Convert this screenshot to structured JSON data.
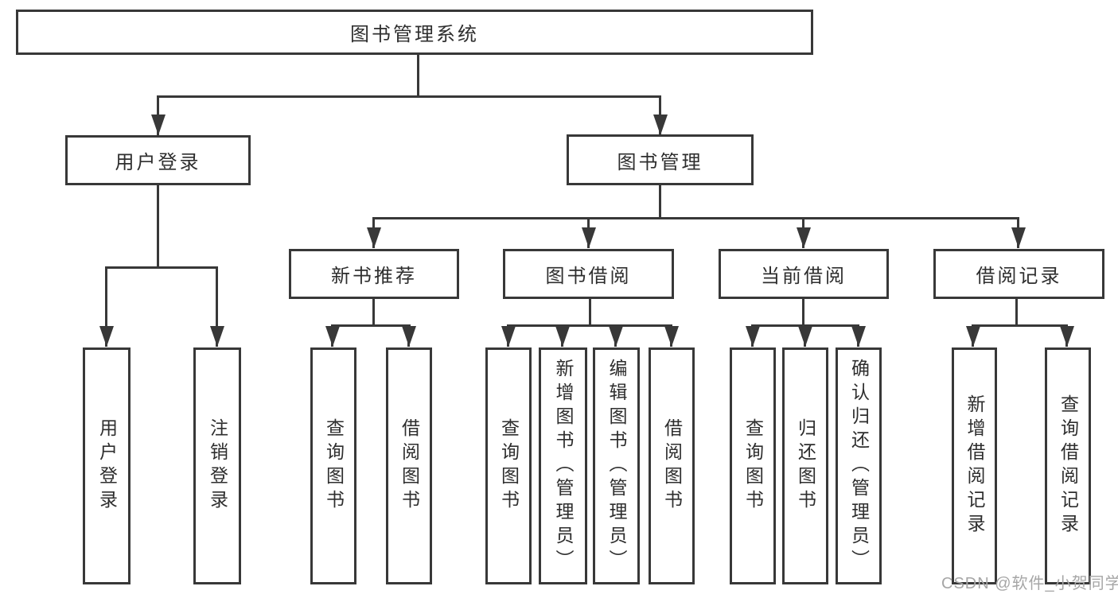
{
  "colors": {
    "line": "#383838",
    "text": "#2e2e2e",
    "box-bg": "#ffffff",
    "watermark": "#a6a6a6"
  },
  "nodes": {
    "root": "图书管理系统",
    "login": "用户登录",
    "management": "图书管理",
    "newBooks": "新书推荐",
    "borrowing": "图书借阅",
    "current": "当前借阅",
    "records": "借阅记录"
  },
  "leaves": {
    "login": [
      "用户登录",
      "注销登录"
    ],
    "newBooks": [
      "查询图书",
      "借阅图书"
    ],
    "borrowing": [
      "查询图书",
      "新增图书（管理员）",
      "编辑图书（管理员）",
      "借阅图书"
    ],
    "current": [
      "查询图书",
      "归还图书",
      "确认归还（管理员）"
    ],
    "records": [
      "新增借阅记录",
      "查询借阅记录"
    ]
  },
  "watermark": "CSDN @软件_小贺同学"
}
